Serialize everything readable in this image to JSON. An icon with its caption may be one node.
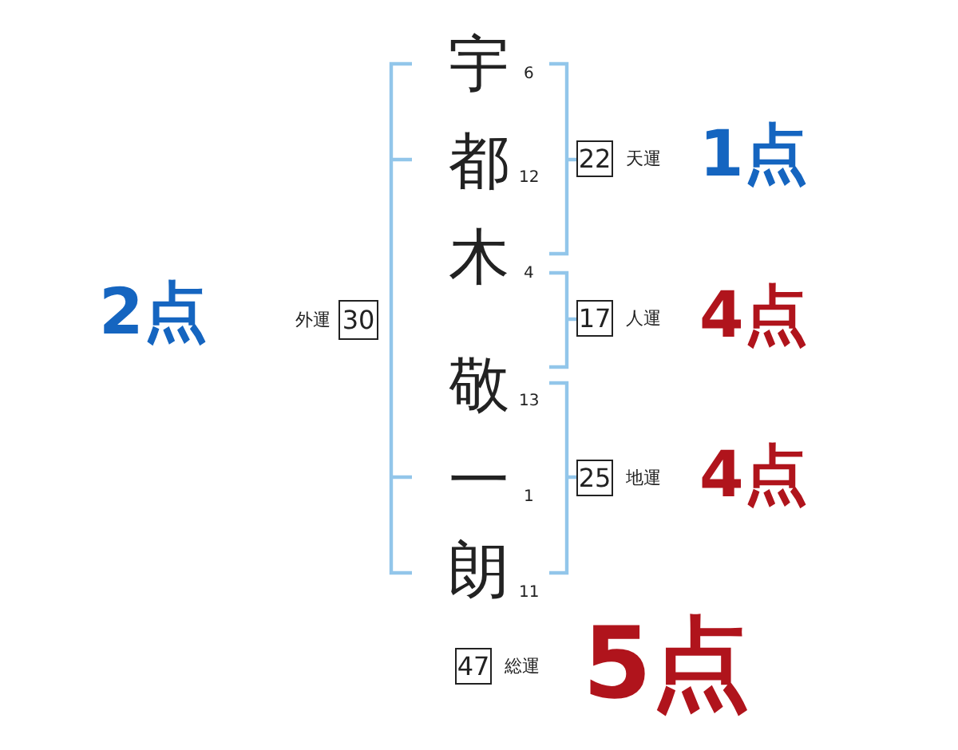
{
  "diagram": {
    "nodes": [
      {
        "text": [
          "22"
        ],
        "beside": [
          "天運"
        ]
      },
      {
        "text": [
          "17"
        ],
        "beside": [
          "人運"
        ]
      },
      {
        "text": [
          "25"
        ],
        "beside": [
          "地運"
        ]
      },
      {
        "text": [
          "30"
        ],
        "beside": [
          "外運"
        ]
      },
      {
        "text": [
          "47"
        ],
        "beside": [
          "総運"
        ]
      }
    ],
    "labels": [
      "宇",
      "6",
      "都",
      "12",
      "木",
      "4",
      "敬",
      "13",
      "一",
      "1",
      "朗",
      "11",
      "2点",
      "1点",
      "4点",
      "4点",
      "5点"
    ]
  }
}
